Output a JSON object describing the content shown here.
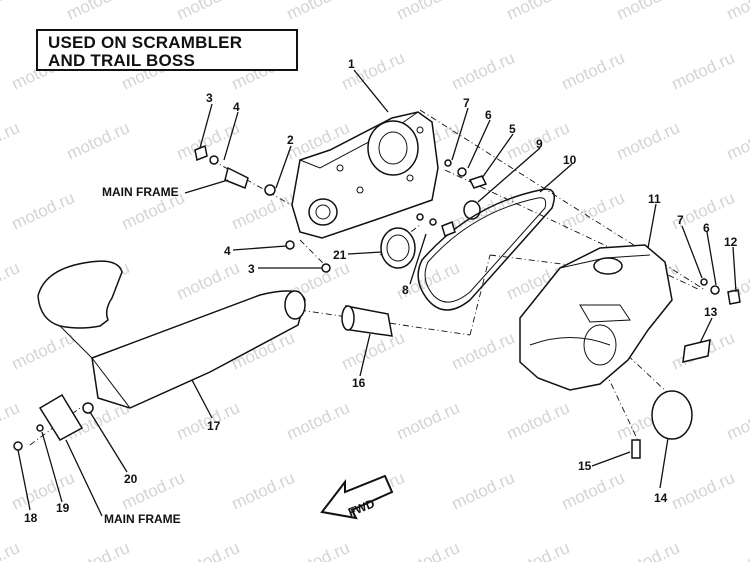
{
  "title": {
    "line1": "USED ON SCRAMBLER",
    "line2": "AND TRAIL BOSS"
  },
  "watermark": "motod.ru",
  "fwd_label": "FWD",
  "frame_labels": [
    "MAIN FRAME",
    "MAIN FRAME"
  ],
  "callouts": [
    "1",
    "2",
    "3",
    "4",
    "5",
    "6",
    "7",
    "8",
    "9",
    "10",
    "11",
    "7",
    "6",
    "12",
    "13",
    "14",
    "15",
    "16",
    "17",
    "18",
    "19",
    "20",
    "21",
    "4",
    "3"
  ]
}
